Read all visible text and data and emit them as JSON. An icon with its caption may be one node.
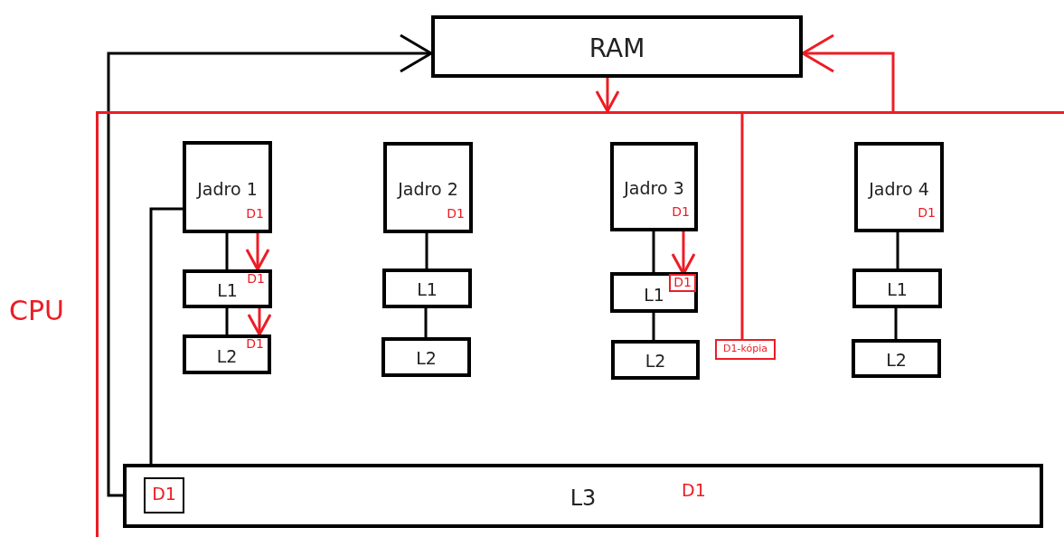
{
  "diagram": {
    "nodes": [
      {
        "text": [
          "RAM"
        ]
      },
      {
        "text": [
          "CPU"
        ]
      },
      {
        "text": [
          "Jadro 1",
          "D1"
        ],
        "in": 1
      },
      {
        "text": [
          "L1",
          "D1"
        ],
        "in": 1
      },
      {
        "text": [
          "L2",
          "D1"
        ],
        "in": 1
      },
      {
        "text": [
          "Jadro 2",
          "D1"
        ],
        "in": 1
      },
      {
        "text": [
          "L1"
        ],
        "in": 1
      },
      {
        "text": [
          "L2"
        ],
        "in": 1
      },
      {
        "text": [
          "Jadro 3",
          "D1"
        ],
        "in": 1
      },
      {
        "text": [
          "L1"
        ],
        "in": 1
      },
      {
        "text": [
          "D1"
        ],
        "in": 9
      },
      {
        "text": [
          "L2"
        ],
        "in": 1
      },
      {
        "text": [
          "D1-kópia"
        ],
        "in": 1
      },
      {
        "text": [
          "Jadro 4",
          "D1"
        ],
        "in": 1
      },
      {
        "text": [
          "L1"
        ],
        "in": 1
      },
      {
        "text": [
          "L2"
        ],
        "in": 1
      },
      {
        "text": [
          "L3",
          "D1"
        ],
        "in": 1
      },
      {
        "text": [
          "D1"
        ],
        "in": 16
      }
    ],
    "edges": [
      {
        "from": 2,
        "to": 3,
        "arrow": "none"
      },
      {
        "from": 3,
        "to": 4,
        "arrow": "none"
      },
      {
        "from": 5,
        "to": 6,
        "arrow": "none"
      },
      {
        "from": 6,
        "to": 7,
        "arrow": "none"
      },
      {
        "from": 8,
        "to": 9,
        "arrow": "none"
      },
      {
        "from": 9,
        "to": 11,
        "arrow": "none"
      },
      {
        "from": 13,
        "to": 14,
        "arrow": "none"
      },
      {
        "from": 14,
        "to": 15,
        "arrow": "none"
      },
      {
        "from": 2,
        "to": 3,
        "arrow": "to",
        "color": "#ed1c24"
      },
      {
        "from": 3,
        "to": 4,
        "arrow": "to",
        "color": "#ed1c24"
      },
      {
        "from": 8,
        "to": 10,
        "arrow": "to",
        "color": "#ed1c24"
      },
      {
        "from": 2,
        "to": 17,
        "arrow": "none"
      },
      {
        "from": 17,
        "to": 0,
        "arrow": "to"
      },
      {
        "from": 0,
        "to": 1,
        "arrow": "to",
        "color": "#ed1c24"
      },
      {
        "from": 1,
        "to": 12,
        "arrow": "none",
        "color": "#ed1c24"
      },
      {
        "from": 1,
        "to": 0,
        "arrow": "to",
        "color": "#ed1c24"
      }
    ]
  }
}
